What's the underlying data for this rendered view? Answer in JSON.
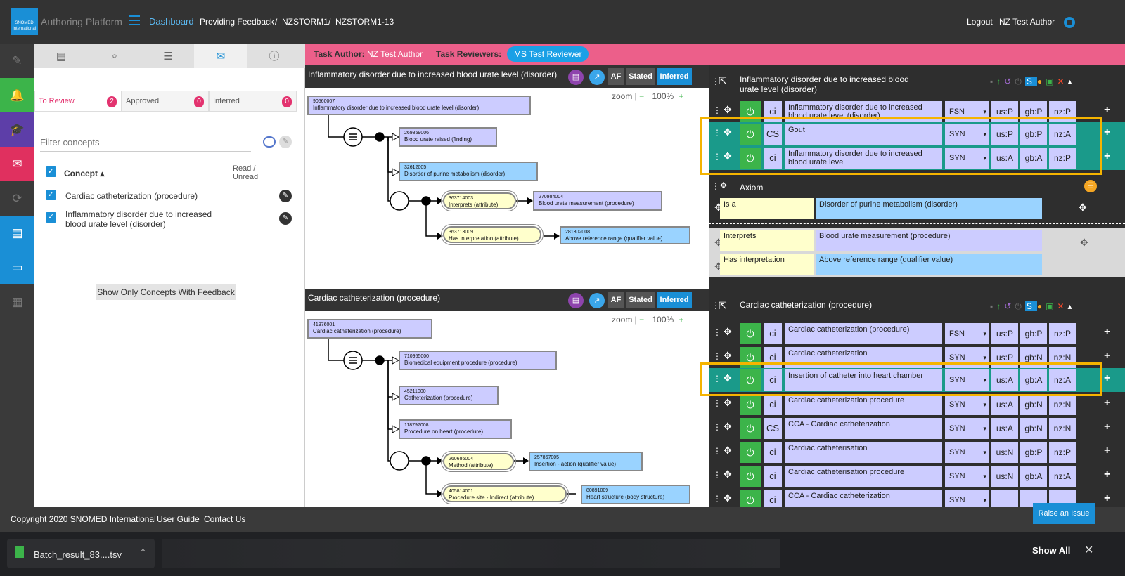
{
  "topbar": {
    "logo_text": "SNOMED International",
    "app_title": "Authoring Platform",
    "dashboard": "Dashboard",
    "crumb1": "Providing Feedback",
    "crumb2": "NZSTORM1",
    "crumb3": "NZSTORM1-13",
    "sep": "/",
    "logout": "Logout",
    "user": "NZ Test Author"
  },
  "queue": {
    "to_review": "To Review",
    "to_review_count": "2",
    "approved": "Approved",
    "approved_count": "0",
    "inferred": "Inferred",
    "inferred_count": "0",
    "filter_placeholder": "Filter concepts",
    "col_concept": "Concept",
    "col_read": "Read / Unread",
    "items": [
      "Cardiac catheterization (procedure)",
      "Inflammatory disorder due to increased blood urate level (disorder)"
    ],
    "show_only": "Show Only Concepts With Feedback"
  },
  "task": {
    "author_label": "Task Author:",
    "author": "NZ Test Author",
    "reviewers_label": "Task Reviewers:",
    "reviewer": "MS Test Reviewer"
  },
  "diagram1": {
    "title": "Inflammatory disorder due to increased blood urate level (disorder)",
    "af": "AF",
    "stated": "Stated",
    "inferred": "Inferred",
    "zoom": "zoom |",
    "zoom_minus": "−",
    "zoom_pct": "100%",
    "zoom_plus": "+",
    "root_id": "90560007",
    "root": "Inflammatory disorder due to increased blood urate level (disorder)",
    "p1_id": "269859006",
    "p1": "Blood urate raised (finding)",
    "p2_id": "32612005",
    "p2": "Disorder of purine metabolism (disorder)",
    "a1_id": "363714003",
    "a1": "Interprets (attribute)",
    "v1_id": "270984004",
    "v1": "Blood urate measurement (procedure)",
    "a2_id": "363713009",
    "a2": "Has interpretation (attribute)",
    "v2_id": "281302008",
    "v2": "Above reference range (qualifier value)"
  },
  "diagram2": {
    "title": "Cardiac catheterization (procedure)",
    "af": "AF",
    "stated": "Stated",
    "inferred": "Inferred",
    "zoom": "zoom |",
    "zoom_minus": "−",
    "zoom_pct": "100%",
    "zoom_plus": "+",
    "root_id": "41976001",
    "root": "Cardiac catheterization (procedure)",
    "p1_id": "710955000",
    "p1": "Biomedical equipment procedure (procedure)",
    "p2_id": "45211000",
    "p2": "Catheterization (procedure)",
    "p3_id": "118797008",
    "p3": "Procedure on heart (procedure)",
    "a1_id": "260686004",
    "a1": "Method (attribute)",
    "v1_id": "257867005",
    "v1": "Insertion - action (qualifier value)",
    "a2_id": "405814001",
    "a2": "Procedure site - Indirect (attribute)",
    "v2_id": "80891009",
    "v2": "Heart structure (body structure)"
  },
  "editor1": {
    "title": "Inflammatory disorder due to increased blood urate level (disorder)",
    "rows": [
      {
        "cs": "ci",
        "term": "Inflammatory disorder due to increased blood urate level (disorder)",
        "type": "FSN",
        "us": "us:P",
        "gb": "gb:P",
        "nz": "nz:P"
      },
      {
        "cs": "CS",
        "term": "Gout",
        "type": "SYN",
        "us": "us:P",
        "gb": "gb:P",
        "nz": "nz:A"
      },
      {
        "cs": "ci",
        "term": "Inflammatory disorder due to increased blood urate level",
        "type": "SYN",
        "us": "us:A",
        "gb": "gb:A",
        "nz": "nz:P"
      }
    ],
    "axiom_label": "Axiom",
    "axiom": [
      {
        "attr": "Is a",
        "value": "Disorder of purine metabolism (disorder)"
      },
      {
        "attr": "Interprets",
        "value": "Blood urate measurement (procedure)"
      },
      {
        "attr": "Has interpretation",
        "value": "Above reference range (qualifier value)"
      }
    ]
  },
  "editor2": {
    "title": "Cardiac catheterization (procedure)",
    "rows": [
      {
        "cs": "ci",
        "term": "Cardiac catheterization (procedure)",
        "type": "FSN",
        "us": "us:P",
        "gb": "gb:P",
        "nz": "nz:P"
      },
      {
        "cs": "ci",
        "term": "Cardiac catheterization",
        "type": "SYN",
        "us": "us:P",
        "gb": "gb:N",
        "nz": "nz:N"
      },
      {
        "cs": "ci",
        "term": "Insertion of catheter into heart chamber",
        "type": "SYN",
        "us": "us:A",
        "gb": "gb:A",
        "nz": "nz:A"
      },
      {
        "cs": "ci",
        "term": "Cardiac catheterization procedure",
        "type": "SYN",
        "us": "us:A",
        "gb": "gb:N",
        "nz": "nz:N"
      },
      {
        "cs": "CS",
        "term": "CCA - Cardiac catheterization",
        "type": "SYN",
        "us": "us:A",
        "gb": "gb:N",
        "nz": "nz:N"
      },
      {
        "cs": "ci",
        "term": "Cardiac catheterisation",
        "type": "SYN",
        "us": "us:N",
        "gb": "gb:P",
        "nz": "nz:P"
      },
      {
        "cs": "ci",
        "term": "Cardiac catheterisation procedure",
        "type": "SYN",
        "us": "us:N",
        "gb": "gb:A",
        "nz": "nz:A"
      },
      {
        "cs": "ci",
        "term": "CCA - Cardiac catheterization",
        "type": "SYN",
        "us": "",
        "gb": "",
        "nz": ""
      }
    ]
  },
  "footer": {
    "copyright": "Copyright 2020 SNOMED International",
    "guide": "User Guide",
    "contact": "Contact Us",
    "raise": "Raise an Issue"
  },
  "downloads": {
    "file": "Batch_result_83....tsv",
    "show_all": "Show All"
  },
  "icons": {
    "menu": "hamburger-icon",
    "settings": "gear-icon"
  },
  "colors": {
    "accent": "#1a8fd6",
    "pink": "#ec5f8a",
    "green": "#3cb44a",
    "highlight": "#f5b400",
    "teal": "#1a9a8a"
  }
}
